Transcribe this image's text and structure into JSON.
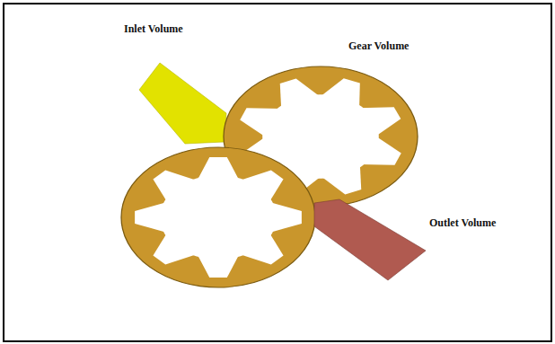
{
  "diagram": {
    "labels": [
      "Inlet Volume",
      "Gear Volume",
      "Outlet Volume"
    ]
  }
}
